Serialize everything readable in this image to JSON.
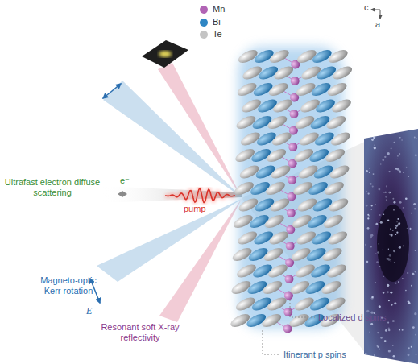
{
  "diagram": {
    "labels": [
      "c",
      "a",
      "Ultrafast electron diffuse scattering",
      "e⁻",
      "pump",
      "Magneto-optic Kerr rotation",
      "E",
      "Resonant soft X-ray reflectivity",
      "Localized d spins",
      "Itinerant p spins"
    ],
    "legend": [
      {
        "text": "Mn",
        "color": "#b164b5"
      },
      {
        "text": "Bi",
        "color": "#2f86c4"
      },
      {
        "text": "Te",
        "color": "#c4c4c4"
      }
    ]
  }
}
